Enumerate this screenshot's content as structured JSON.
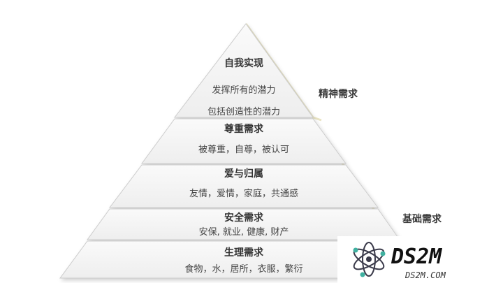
{
  "pyramid": {
    "levels": [
      {
        "title": "自我实现",
        "lines": [
          "发挥所有的潜力",
          "包括创造性的潜力"
        ]
      },
      {
        "title": "尊重需求",
        "lines": [
          "被尊重，自尊，被认可"
        ]
      },
      {
        "title": "爱与归属",
        "lines": [
          "友情，爱情，家庭，共通感"
        ]
      },
      {
        "title": "安全需求",
        "lines": [
          "安保, 就业, 健康, 财产"
        ]
      },
      {
        "title": "生理需求",
        "lines": [
          "食物，水，居所，衣服，繁衍"
        ]
      }
    ]
  },
  "groups": {
    "spiritual": "精神需求",
    "basic": "基础需求"
  },
  "watermark": {
    "main": "DS2M",
    "sub": "DS2M.COM"
  },
  "colors": {
    "band_fill": "#f4f4f4",
    "band_border": "#cccccc",
    "bracket": "#e9e4c4",
    "logo_accent": "#3fb0a0"
  }
}
